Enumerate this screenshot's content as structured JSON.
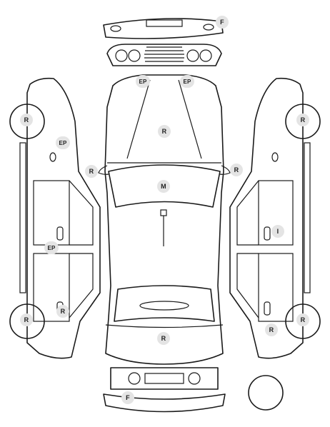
{
  "diagram": {
    "badges": [
      {
        "code": "F"
      },
      {
        "code": "EP"
      },
      {
        "code": "EP"
      },
      {
        "code": "R"
      },
      {
        "code": "R"
      },
      {
        "code": "R"
      },
      {
        "code": "M"
      },
      {
        "code": "R"
      },
      {
        "code": "F"
      },
      {
        "code": "R"
      },
      {
        "code": "EP"
      },
      {
        "code": "EP"
      },
      {
        "code": "R"
      },
      {
        "code": "R"
      },
      {
        "code": "R"
      },
      {
        "code": "I"
      },
      {
        "code": "R"
      },
      {
        "code": "R"
      }
    ]
  }
}
